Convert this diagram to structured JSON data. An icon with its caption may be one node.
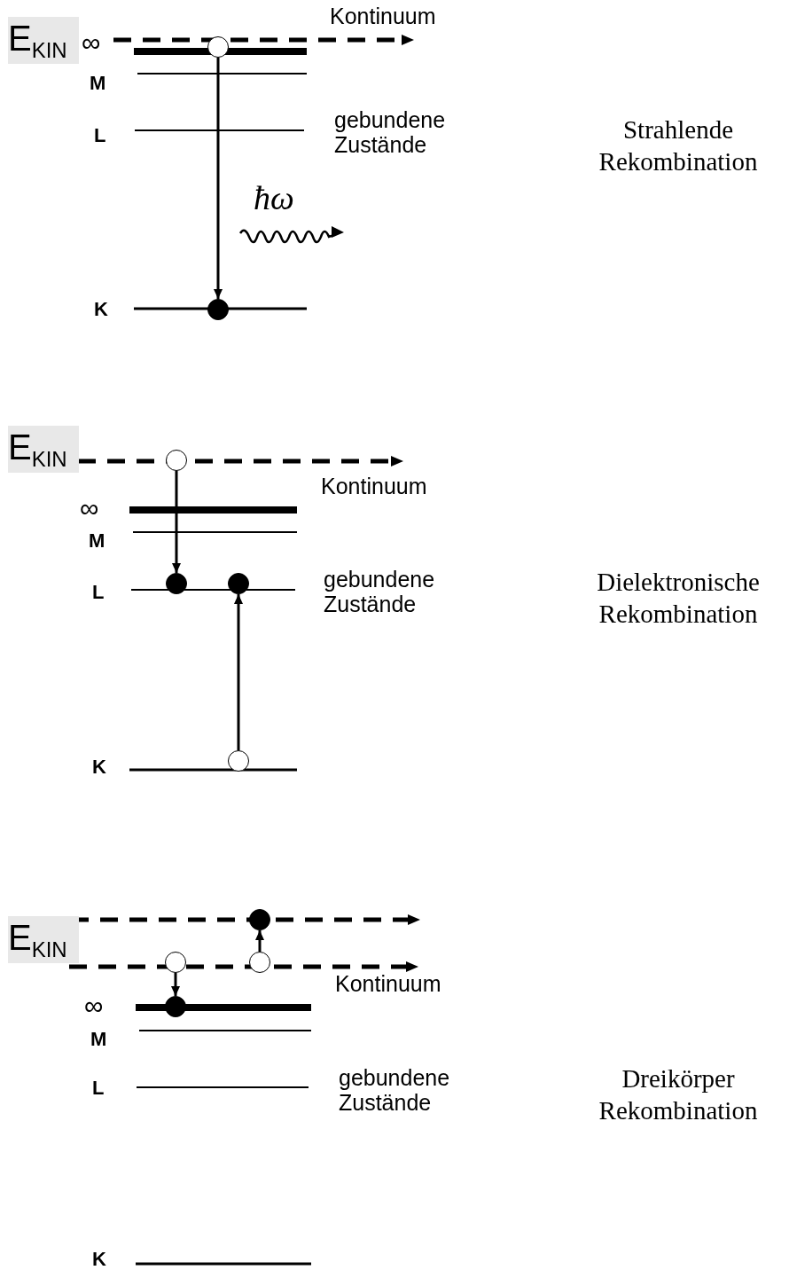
{
  "diagram": {
    "nodes": [
      {
        "text": [],
        "shape": "circle"
      },
      {
        "text": [],
        "shape": "circle"
      },
      {
        "text": [],
        "shape": "circle"
      },
      {
        "text": [],
        "shape": "circle"
      },
      {
        "text": [],
        "shape": "circle"
      },
      {
        "text": [],
        "shape": "circle"
      },
      {
        "text": [],
        "shape": "circle"
      },
      {
        "text": [],
        "shape": "circle"
      },
      {
        "text": [],
        "shape": "circle"
      },
      {
        "text": [],
        "shape": "circle"
      }
    ],
    "edges": [
      {
        "from": 0,
        "to": 1,
        "arrow": "to"
      },
      {
        "from": 2,
        "to": 3,
        "arrow": "to"
      },
      {
        "from": 5,
        "to": 4,
        "arrow": "to"
      },
      {
        "from": 7,
        "to": 9,
        "arrow": "to"
      },
      {
        "from": 8,
        "to": 6,
        "arrow": "to"
      }
    ],
    "labels": [
      "E$_{KIN}$",
      "∞",
      "Kontinuum",
      "M",
      "L",
      "gebundene Zustände",
      "Strahlende Rekombination",
      "ħω",
      "K",
      "E$_{KIN}$",
      "Kontinuum",
      "∞",
      "M",
      "L",
      "gebundene Zustände",
      "Dielektronische Rekombination",
      "K",
      "E$_{KIN}$",
      "Kontinuum",
      "∞",
      "M",
      "L",
      "gebundene Zustände",
      "Dreikörper Rekombination",
      "K"
    ]
  }
}
